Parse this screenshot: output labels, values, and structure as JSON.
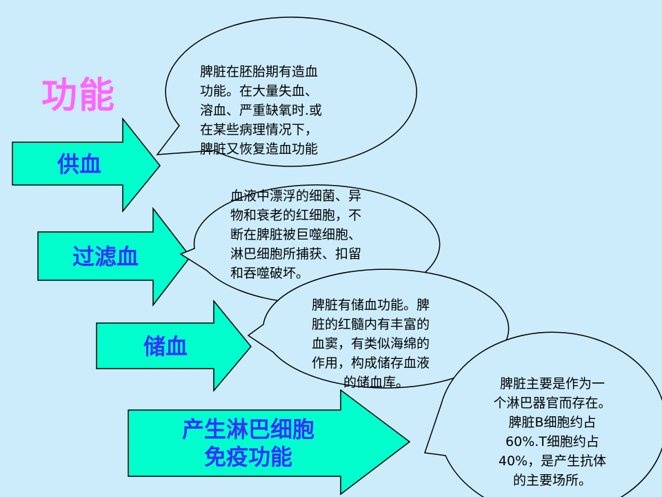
{
  "title": "功能",
  "functions": [
    {
      "label": "供血",
      "desc": [
        "脾脏在胚胎期有造血",
        "功能。在大量失血、",
        "溶血、严重缺氧时.或",
        "在某些病理情况下，",
        "脾脏又恢复造血功能"
      ]
    },
    {
      "label": "过滤血",
      "desc": [
        "血液中漂浮的细菌、异",
        "物和衰老的红细胞，不",
        "断在脾脏被巨噬细胞、",
        "淋巴细胞所捕获、扣留",
        "和吞噬破坏。"
      ]
    },
    {
      "label": "储血",
      "desc": [
        "脾脏有储血功能。脾",
        "脏的红髓内有丰富的",
        "血窦，有类似海绵的",
        "作用，构成储存血液",
        "的储血库。"
      ]
    },
    {
      "label": [
        "产生淋巴细胞",
        "免疫功能"
      ],
      "desc": [
        "脾脏主要是作为一",
        "个淋巴器官而存在。",
        "脾脏B细胞约占",
        "60%.T细胞约占",
        "40%，是产生抗体",
        "的主要场所。"
      ]
    }
  ],
  "colors": {
    "background": "#ccecfc",
    "title": "#ff66ff",
    "arrow_fill": "#00ffcc",
    "label": "#3333ff",
    "bubble_fill": "#ccecfc"
  }
}
